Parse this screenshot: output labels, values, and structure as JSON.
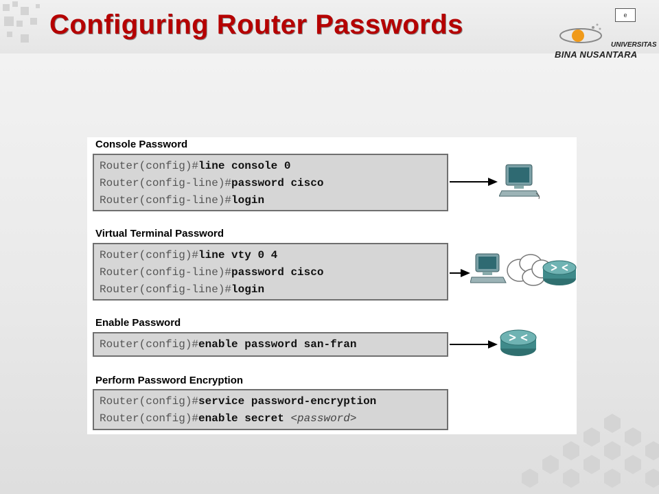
{
  "slide": {
    "title": "Configuring Router Passwords"
  },
  "logo": {
    "badge": "e",
    "line1": "UNIVERSITAS",
    "line2": "BINA NUSANTARA"
  },
  "sections": [
    {
      "title": "Console Password",
      "lines": [
        {
          "prompt": "Router(config)#",
          "command": "line console 0",
          "arg": ""
        },
        {
          "prompt": "Router(config-line)#",
          "command": "password cisco",
          "arg": ""
        },
        {
          "prompt": "Router(config-line)#",
          "command": "login",
          "arg": ""
        }
      ],
      "target": "computer-icon"
    },
    {
      "title": "Virtual Terminal Password",
      "lines": [
        {
          "prompt": "Router(config)#",
          "command": "line vty 0 4",
          "arg": ""
        },
        {
          "prompt": "Router(config-line)#",
          "command": "password cisco",
          "arg": ""
        },
        {
          "prompt": "Router(config-line)#",
          "command": "login",
          "arg": ""
        }
      ],
      "target": "remote-network-icon"
    },
    {
      "title": "Enable Password",
      "lines": [
        {
          "prompt": "Router(config)#",
          "command": "enable password san-fran",
          "arg": ""
        }
      ],
      "target": "router-icon"
    },
    {
      "title": "Perform Password Encryption",
      "lines": [
        {
          "prompt": "Router(config)#",
          "command": "service password-encryption",
          "arg": ""
        },
        {
          "prompt": "Router(config)#",
          "command": "enable secret ",
          "arg": "<password>"
        }
      ],
      "target": ""
    }
  ],
  "colors": {
    "title": "#b50000",
    "code_box_bg": "#d6d6d6",
    "router": "#3f8a8a"
  }
}
